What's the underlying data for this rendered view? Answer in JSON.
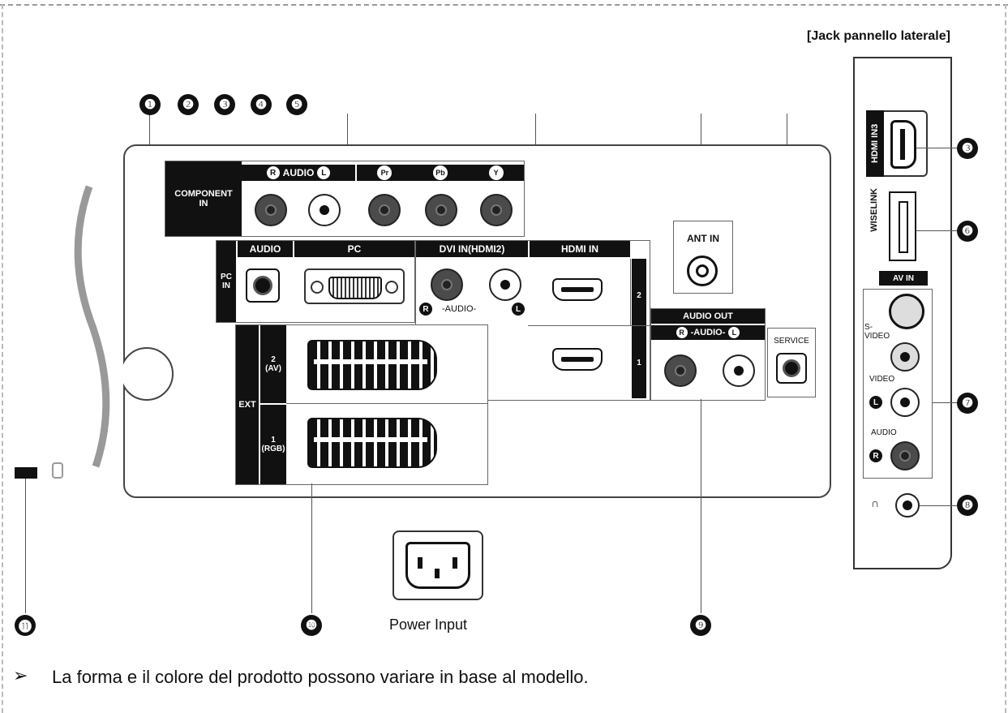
{
  "header": {
    "side_title": "[Jack pannello laterale]"
  },
  "callouts": [
    "❶",
    "❷",
    "❸",
    "❹",
    "❺",
    "❻",
    "❼",
    "❽",
    "❾",
    "❿",
    "⓫"
  ],
  "main": {
    "component": {
      "label": "COMPONENT\nIN",
      "audio": "AUDIO",
      "r": "R",
      "l": "L",
      "pr": "Pr",
      "pb": "Pb",
      "y": "Y"
    },
    "pc_in": {
      "label": "PC\nIN",
      "audio": "AUDIO",
      "pc": "PC"
    },
    "dvi": {
      "label": "DVI IN(HDMI2)",
      "audio": "-AUDIO-",
      "r": "R",
      "l": "L"
    },
    "hdmi_in": {
      "label": "HDMI IN",
      "n2": "2",
      "n1": "1"
    },
    "ant_in": "ANT IN",
    "audio_out": {
      "label": "AUDIO OUT",
      "audio": "-AUDIO-",
      "r": "R",
      "l": "L"
    },
    "service": "SERVICE",
    "ext": {
      "label": "EXT",
      "av2": "2\n(AV)",
      "rgb1": "1\n(RGB)"
    },
    "power": "Power Input"
  },
  "side": {
    "hdmi3": "HDMI IN3",
    "wiselink": "WISELINK",
    "av_in": "AV IN",
    "svideo": "S-\nVIDEO",
    "video": "VIDEO",
    "audio": "AUDIO",
    "l": "L",
    "r": "R"
  },
  "note": "La forma e il colore del prodotto possono variare in base al modello.",
  "note_marker": "➢"
}
